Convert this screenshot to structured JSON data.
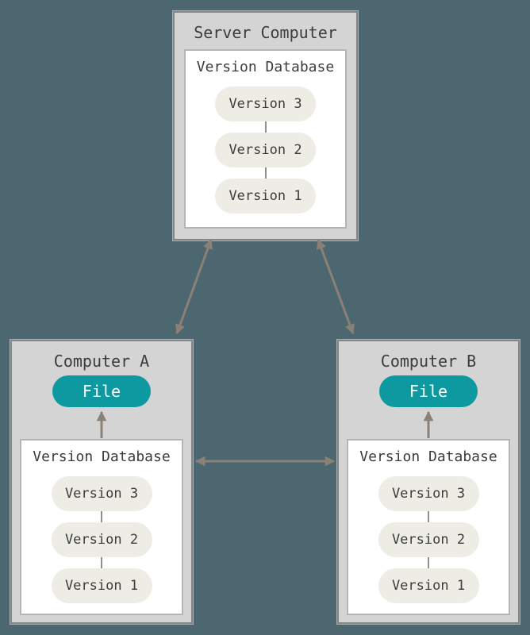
{
  "colors": {
    "background": "#4C6770",
    "machine_fill": "#D4D4D4",
    "machine_border": "#858585",
    "db_fill": "#FFFFFF",
    "db_border": "#B5B5B5",
    "pill_fill": "#EDECE5",
    "pill_text": "#3C3C3C",
    "file_fill": "#0E98A0",
    "file_text": "#FFFFFF",
    "arrow": "#8B8076",
    "connector": "#8F8F8F",
    "title_text": "#3C3C3C"
  },
  "server": {
    "title": "Server Computer",
    "database": {
      "title": "Version Database",
      "versions": [
        "Version 3",
        "Version 2",
        "Version 1"
      ]
    }
  },
  "computer_a": {
    "title": "Computer A",
    "file_label": "File",
    "database": {
      "title": "Version Database",
      "versions": [
        "Version 3",
        "Version 2",
        "Version 1"
      ]
    }
  },
  "computer_b": {
    "title": "Computer B",
    "file_label": "File",
    "database": {
      "title": "Version Database",
      "versions": [
        "Version 3",
        "Version 2",
        "Version 1"
      ]
    }
  }
}
